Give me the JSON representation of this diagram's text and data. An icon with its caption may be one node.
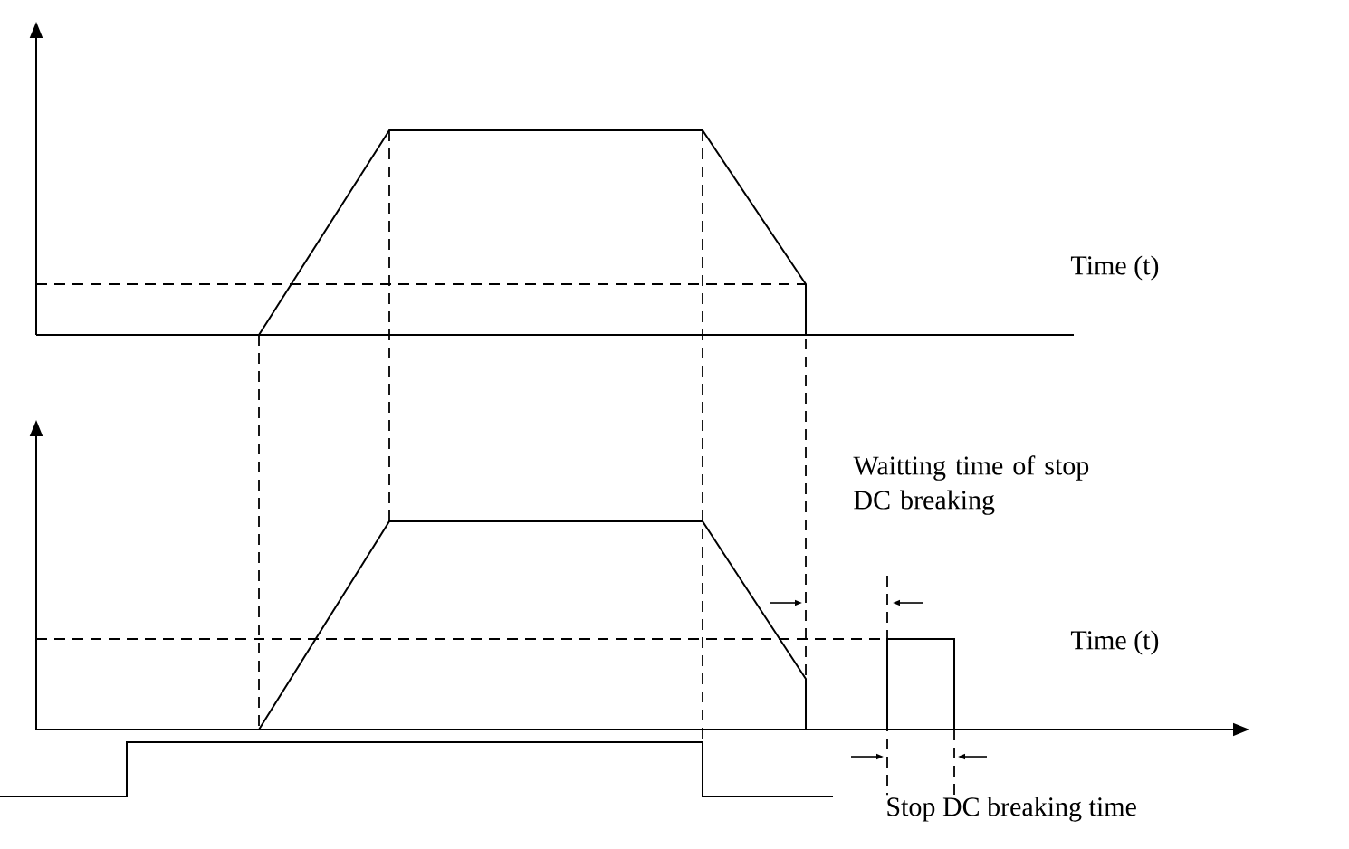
{
  "diagram": {
    "labels": [
      "Time (t)",
      "Waitting time of stop DC breaking",
      "Time (t)",
      "Stop DC breaking time"
    ]
  }
}
